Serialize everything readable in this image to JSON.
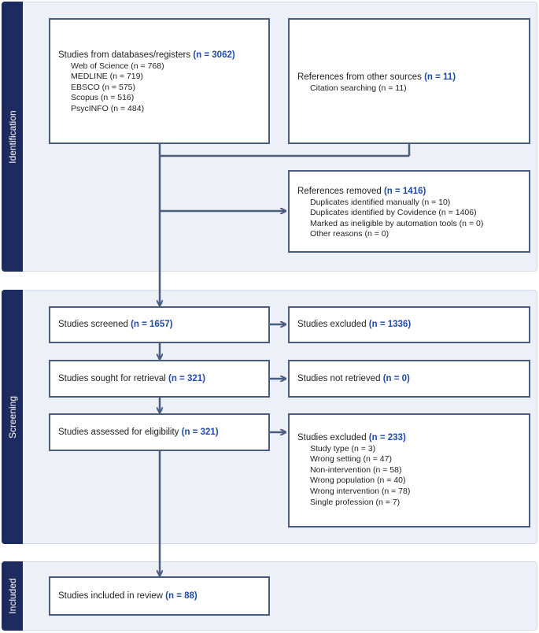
{
  "sections": {
    "identification": "Identification",
    "screening": "Screening",
    "included": "Included"
  },
  "boxes": {
    "databases": {
      "title": "Studies from databases/registers",
      "count": "(n = 3062)",
      "items": [
        "Web of Science (n = 768)",
        "MEDLINE (n = 719)",
        "EBSCO (n = 575)",
        "Scopus (n = 516)",
        "PsycINFO (n = 484)"
      ]
    },
    "other_sources": {
      "title": "References from other sources",
      "count": "(n = 11)",
      "items": [
        "Citation searching (n = 11)"
      ]
    },
    "removed": {
      "title": "References removed",
      "count": "(n = 1416)",
      "items": [
        "Duplicates identified manually (n = 10)",
        "Duplicates identified by Covidence (n = 1406)",
        "Marked as ineligible by automation tools (n = 0)",
        "Other reasons (n = 0)"
      ]
    },
    "screened": {
      "title": "Studies screened",
      "count": "(n = 1657)"
    },
    "excluded_screen": {
      "title": "Studies excluded",
      "count": "(n = 1336)"
    },
    "sought": {
      "title": "Studies sought for retrieval",
      "count": "(n = 321)"
    },
    "not_retrieved": {
      "title": "Studies not retrieved",
      "count": "(n = 0)"
    },
    "assessed": {
      "title": "Studies assessed for eligibility",
      "count": "(n = 321)"
    },
    "excluded_full": {
      "title": "Studies excluded",
      "count": "(n = 233)",
      "items": [
        "Study type (n = 3)",
        "Wrong setting (n = 47)",
        "Non-intervention (n = 58)",
        "Wrong population (n = 40)",
        "Wrong intervention (n = 78)",
        "Single profession (n = 7)"
      ]
    },
    "included": {
      "title": "Studies included in review",
      "count": "(n = 88)"
    }
  },
  "colors": {
    "sidebar": "#1d2b5e",
    "band": "#edf0f7",
    "border": "#4a5d7e",
    "count": "#1f4aa8"
  }
}
